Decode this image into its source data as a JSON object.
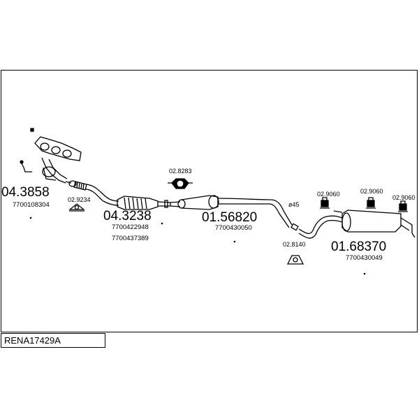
{
  "reference": "RENA17429A",
  "parts": [
    {
      "number": "04.3858",
      "oe": [
        "7700108304"
      ]
    },
    {
      "number": "04.3238",
      "oe": [
        "7700422948",
        "7700437389"
      ]
    },
    {
      "number": "01.56820",
      "oe": [
        "7700430050"
      ]
    },
    {
      "number": "01.68370",
      "oe": [
        "7700430049"
      ]
    }
  ],
  "fittings": [
    "02.9234",
    "02.8283",
    "02.8140",
    "02.9060",
    "02.9060",
    "02.9060"
  ],
  "annotation": "ø45"
}
